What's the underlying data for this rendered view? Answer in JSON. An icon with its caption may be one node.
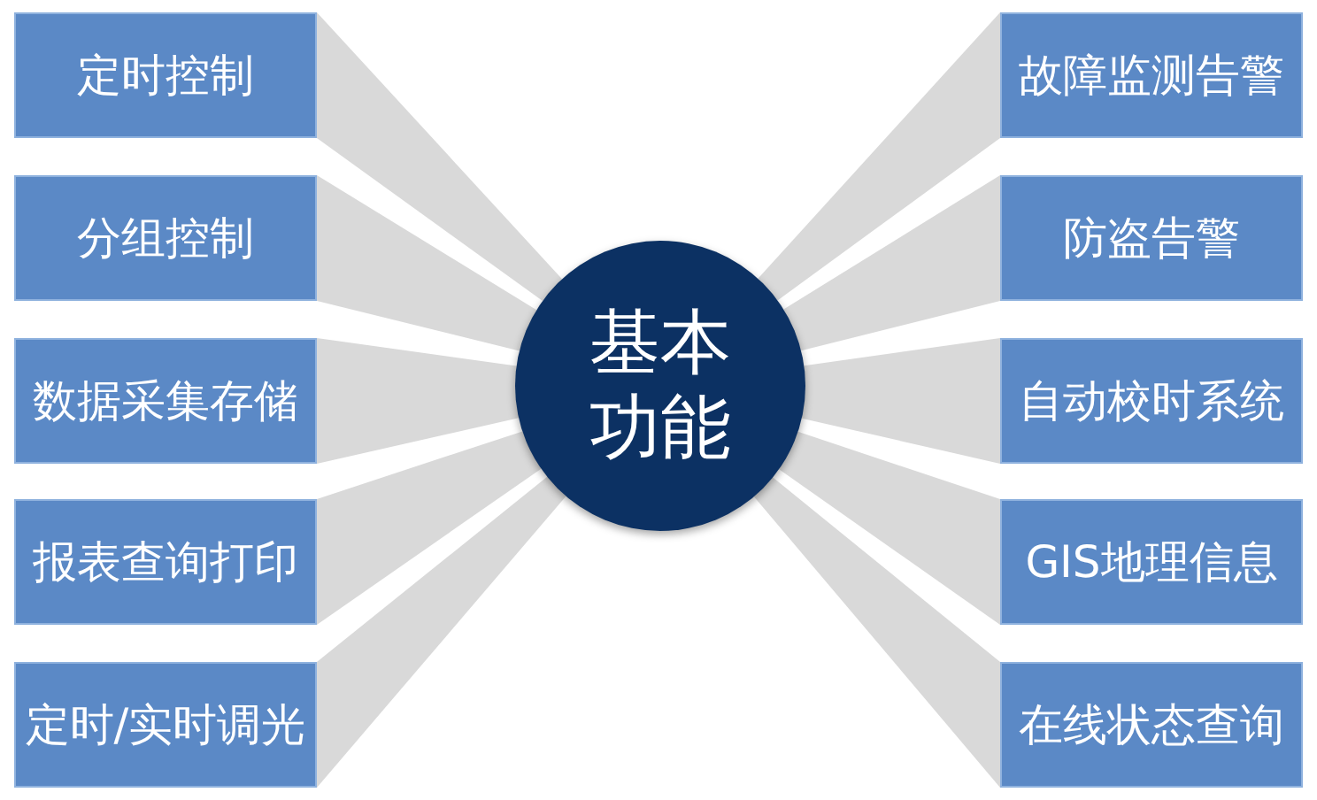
{
  "diagram": {
    "nodes": [
      {
        "text": [
          "基本功能"
        ]
      },
      {
        "text": [
          "定时控制"
        ]
      },
      {
        "text": [
          "分组控制"
        ]
      },
      {
        "text": [
          "数据采集存储"
        ]
      },
      {
        "text": [
          "报表查询打印"
        ]
      },
      {
        "text": [
          "定时/实时调光"
        ]
      },
      {
        "text": [
          "故障监测告警"
        ]
      },
      {
        "text": [
          "防盗告警"
        ]
      },
      {
        "text": [
          "自动校时系统"
        ]
      },
      {
        "text": [
          "GIS地理信息"
        ]
      },
      {
        "text": [
          "在线状态查询"
        ]
      }
    ],
    "edges": [
      {
        "from": 0,
        "to": 1,
        "arrow": "none"
      },
      {
        "from": 0,
        "to": 2,
        "arrow": "none"
      },
      {
        "from": 0,
        "to": 3,
        "arrow": "none"
      },
      {
        "from": 0,
        "to": 4,
        "arrow": "none"
      },
      {
        "from": 0,
        "to": 5,
        "arrow": "none"
      },
      {
        "from": 0,
        "to": 6,
        "arrow": "none"
      },
      {
        "from": 0,
        "to": 7,
        "arrow": "none"
      },
      {
        "from": 0,
        "to": 8,
        "arrow": "none"
      },
      {
        "from": 0,
        "to": 9,
        "arrow": "none"
      },
      {
        "from": 0,
        "to": 10,
        "arrow": "none"
      }
    ]
  }
}
